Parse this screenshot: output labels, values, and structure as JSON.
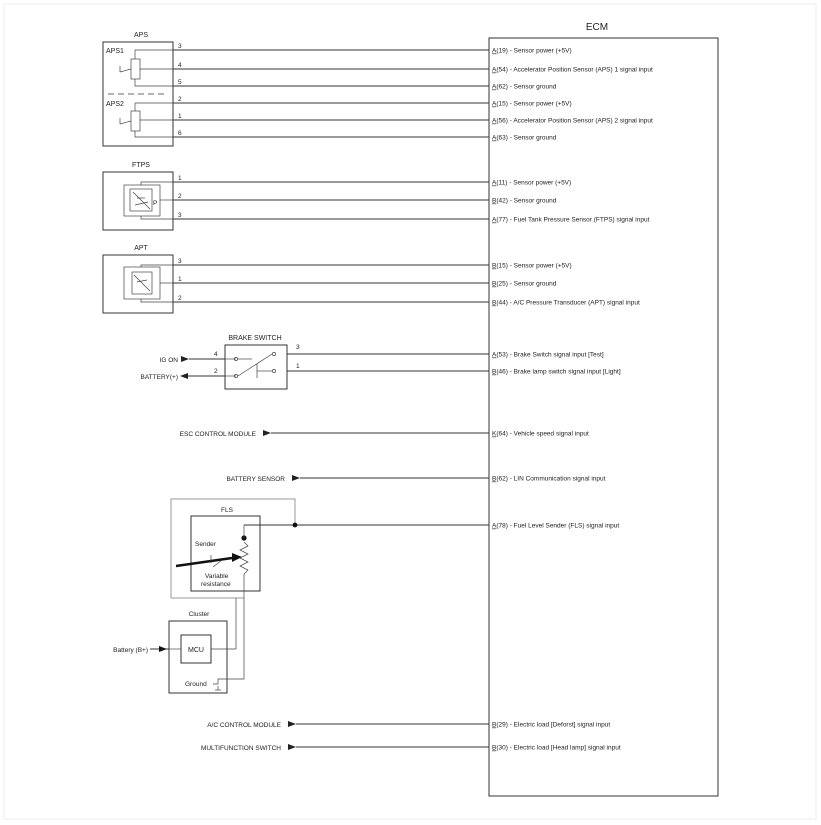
{
  "ecm": {
    "title": "ECM"
  },
  "aps": {
    "title": "APS",
    "sub1": "APS1",
    "sub2": "APS2",
    "pins": [
      "3",
      "4",
      "5",
      "2",
      "1",
      "6"
    ],
    "terminals": [
      {
        "conn": "A",
        "pin": "(19)",
        "desc": " - Sensor power (+5V)"
      },
      {
        "conn": "A",
        "pin": "(54)",
        "desc": " - Accelerator Position Sensor (APS) 1 signal input"
      },
      {
        "conn": "A",
        "pin": "(62)",
        "desc": " - Sensor ground"
      },
      {
        "conn": "A",
        "pin": "(15)",
        "desc": " - Sensor power (+5V)"
      },
      {
        "conn": "A",
        "pin": "(56)",
        "desc": " - Accelerator Position Sensor (APS) 2 signal input"
      },
      {
        "conn": "A",
        "pin": "(63)",
        "desc": " - Sensor ground"
      }
    ]
  },
  "ftps": {
    "title": "FTPS",
    "symbol": "P",
    "pins": [
      "1",
      "2",
      "3"
    ],
    "terminals": [
      {
        "conn": "A",
        "pin": "(11)",
        "desc": " - Sensor power (+5V)"
      },
      {
        "conn": "B",
        "pin": "(42)",
        "desc": " - Sensor ground"
      },
      {
        "conn": "A",
        "pin": "(77)",
        "desc": " - Fuel Tank Pressure Sensor (FTPS) signal input"
      }
    ]
  },
  "apt": {
    "title": "APT",
    "pins": [
      "3",
      "1",
      "2"
    ],
    "terminals": [
      {
        "conn": "B",
        "pin": "(15)",
        "desc": " - Sensor power (+5V)"
      },
      {
        "conn": "B",
        "pin": "(25)",
        "desc": " - Sensor ground"
      },
      {
        "conn": "B",
        "pin": "(44)",
        "desc": " - A/C Pressure Transducer (APT) signal input"
      }
    ]
  },
  "brake": {
    "title": "BRAKE SWITCH",
    "left_labels": [
      "IG ON",
      "BATTERY(+)"
    ],
    "left_pins": [
      "4",
      "2"
    ],
    "right_pins": [
      "3",
      "1"
    ],
    "terminals": [
      {
        "conn": "A",
        "pin": "(53)",
        "desc": " - Brake Switch signal input [Test]"
      },
      {
        "conn": "B",
        "pin": "(46)",
        "desc": " - Brake lamp switch signal input [Light]"
      }
    ]
  },
  "esc": {
    "label": "ESC CONTROL MODULE",
    "terminal": {
      "conn": "K",
      "pin": "(64)",
      "desc": " - Vehicle speed signal input"
    }
  },
  "battery_sensor": {
    "label": "BATTERY SENSOR",
    "terminal": {
      "conn": "B",
      "pin": "(62)",
      "desc": " - LIN Communication signal input"
    }
  },
  "fls": {
    "title": "FLS",
    "sender": "Sender",
    "variable": "Variable",
    "resistance": "resistance",
    "terminal": {
      "conn": "A",
      "pin": "(78)",
      "desc": " - Fuel Level Sender (FLS) signal input"
    }
  },
  "cluster": {
    "title": "Cluster",
    "mcu": "MCU",
    "ground": "Ground",
    "battery": "Battery (B+)"
  },
  "ac_control": {
    "label": "A/C CONTROL MODULE",
    "terminal": {
      "conn": "B",
      "pin": "(29)",
      "desc": " - Electric load [Deforst] signal input"
    }
  },
  "multifunction": {
    "label": "MULTIFUNCTION SWITCH",
    "terminal": {
      "conn": "B",
      "pin": "(30)",
      "desc": " - Electric load [Head lamp] signal input"
    }
  }
}
